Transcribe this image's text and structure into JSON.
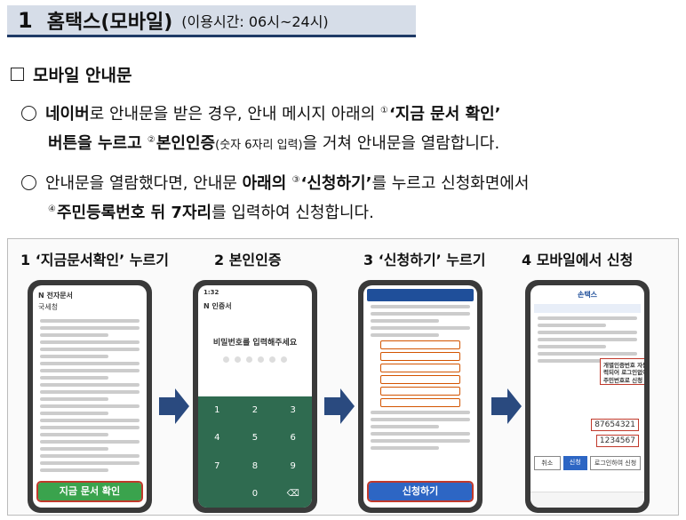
{
  "title": {
    "number": "1",
    "main": "홈택스(모바일)",
    "hours": "(이용시간: 06시~24시)"
  },
  "section": {
    "heading": "모바일 안내문"
  },
  "para1": {
    "t1": "네이버",
    "t2": "로 안내문을 받은 경우, 안내 메시지 아래의 ",
    "sup1": "①",
    "t3": "‘지금 문서 확인’",
    "t4": "버튼을 누르고 ",
    "sup2": "②",
    "t5": "본인인증",
    "t6": "(숫자 6자리 입력)",
    "t7": "을 거쳐 안내문을 열람합니다."
  },
  "para2": {
    "t1": "안내문을 열람했다면, 안내문 ",
    "t2": "아래의 ",
    "sup3": "③",
    "t3": "‘신청하기’",
    "t4": "를 누르고 신청화면에서",
    "sup4": "④",
    "t5": "주민등록번호 뒤 7자리",
    "t6": "를 입력하여 신청합니다."
  },
  "steps": [
    {
      "label": "1 ‘지금문서확인’ 누르기"
    },
    {
      "label": "2 본인인증"
    },
    {
      "label": "3 ‘신청하기’ 누르기"
    },
    {
      "label": "4 모바일에서 신청"
    }
  ],
  "phone1": {
    "brand": "N 전자문서",
    "sender": "국세청",
    "button": "지금 문서 확인"
  },
  "phone2": {
    "time": "1:32",
    "brand": "N 인증서",
    "prompt": "비밀번호를 입력해주세요",
    "keys": [
      "1",
      "2",
      "3",
      "4",
      "5",
      "6",
      "7",
      "8",
      "9",
      "",
      "0",
      "⌫"
    ]
  },
  "phone3": {
    "button": "신청하기"
  },
  "phone4": {
    "brand": "손택스",
    "callout": "개별인증번호 자동입력되어 로그인없이 주민번호로 신청",
    "num1": "87654321",
    "num2": "1234567",
    "buttons": [
      "취소",
      "신청",
      "로그인하여 신청"
    ]
  },
  "colors": {
    "title_bg": "#d6dde8",
    "title_border": "#1f3a66",
    "arrow": "#2a4a7f",
    "highlight": "#c0392b"
  }
}
